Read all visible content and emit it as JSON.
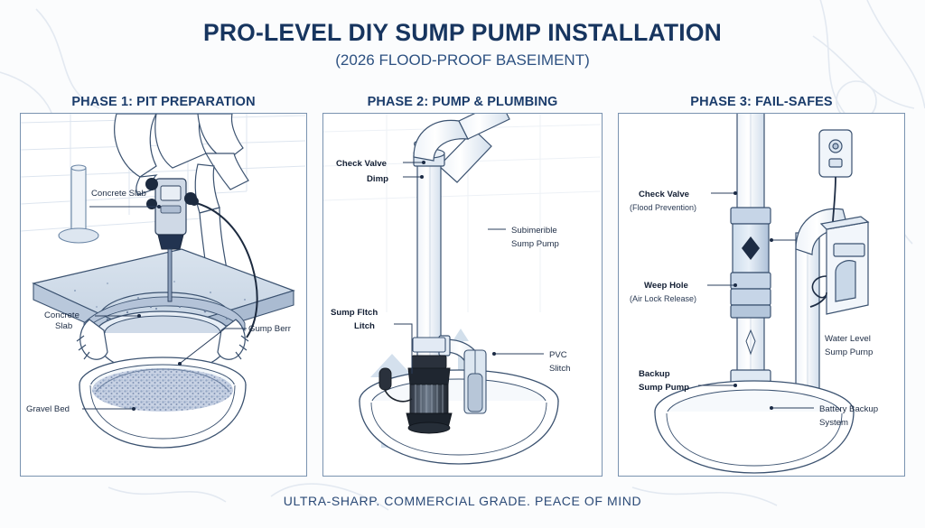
{
  "header": {
    "title": "PRO-LEVEL DIY SUMP PUMP INSTALLATION",
    "subtitle": "(2026 FLOOD-PROOF BASEIMENT)"
  },
  "footer": {
    "tagline": "ULTRA-SHARP. COMMERCIAL GRADE. PEACE OF MIND"
  },
  "colors": {
    "title": "#17355f",
    "subtitle": "#2d5181",
    "heading": "#1b3c6b",
    "panel_border": "#7a93b0",
    "page_background": "#fbfcfd",
    "panel_background": "#ffffff",
    "line_art": "#3b5270",
    "fill_light": "#c9d6e6",
    "arrow": "#c3d3e6",
    "footer": "#2b4a77"
  },
  "panels": [
    {
      "id": "phase-1",
      "heading": "PHASE 1: PIT PREPARATION",
      "labels": [
        {
          "id": "concrete-slab-top",
          "text": "Concrete Slab",
          "bold": false
        },
        {
          "id": "concrete-slab-left-1",
          "text": "Concrete",
          "bold": false
        },
        {
          "id": "concrete-slab-left-2",
          "text": "Slab",
          "bold": false
        },
        {
          "id": "sump-basin",
          "text": "Gump Berr",
          "bold": false
        },
        {
          "id": "gravel-bed",
          "text": "Gravel Bed",
          "bold": false
        }
      ]
    },
    {
      "id": "phase-2",
      "heading": "PHASE 2: PUMP & PLUMBING",
      "labels": [
        {
          "id": "check-valve-1",
          "text": "Check Valve",
          "bold": true
        },
        {
          "id": "check-valve-2",
          "text": "Dimp",
          "bold": true
        },
        {
          "id": "pump-1",
          "text": "Subimerible",
          "bold": false
        },
        {
          "id": "pump-2",
          "text": "Sump Pump",
          "bold": false
        },
        {
          "id": "switch-1",
          "text": "Sump Fltch",
          "bold": true
        },
        {
          "id": "switch-2",
          "text": "Litch",
          "bold": true
        },
        {
          "id": "pvc-1",
          "text": "PVC",
          "bold": false
        },
        {
          "id": "pvc-2",
          "text": "Slitch",
          "bold": false
        }
      ]
    },
    {
      "id": "phase-3",
      "heading": "PHASE 3: FAIL-SAFES",
      "labels": [
        {
          "id": "check-valve",
          "text": "Check Valve",
          "bold": true
        },
        {
          "id": "check-valve-note",
          "text": "(Flood Prevention)",
          "bold": false
        },
        {
          "id": "weep-hole",
          "text": "Weep Hole",
          "bold": true
        },
        {
          "id": "weep-hole-note",
          "text": "(Air Lock Release)",
          "bold": false
        },
        {
          "id": "backup-pump-1",
          "text": "Backup",
          "bold": true
        },
        {
          "id": "backup-pump-2",
          "text": "Sump Pump",
          "bold": true
        },
        {
          "id": "water-level-1",
          "text": "Water Level",
          "bold": false
        },
        {
          "id": "water-level-2",
          "text": "Sump Purnp",
          "bold": false
        },
        {
          "id": "battery-backup-1",
          "text": "Battery Backup",
          "bold": false
        },
        {
          "id": "battery-backup-2",
          "text": "System",
          "bold": false
        }
      ]
    }
  ]
}
